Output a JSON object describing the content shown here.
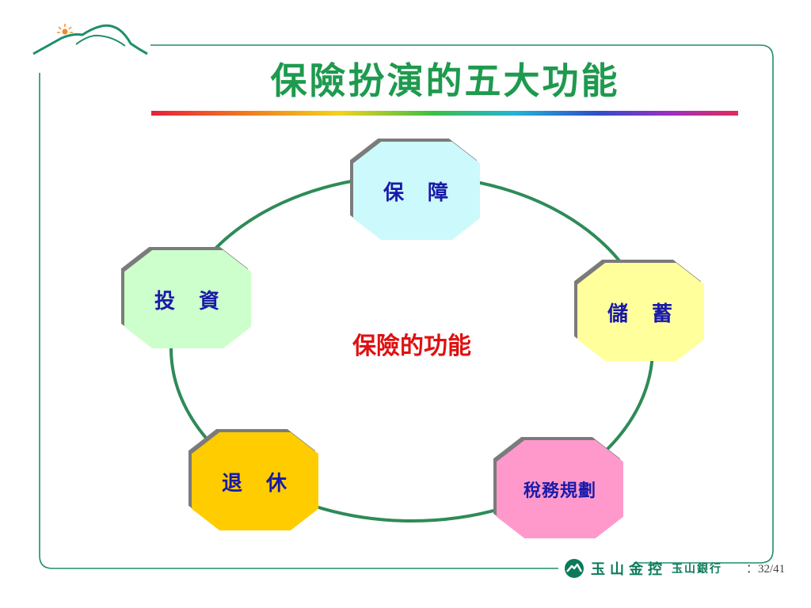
{
  "slide": {
    "title": "保險扮演的五大功能",
    "center_label": "保險的功能"
  },
  "nodes": [
    {
      "id": "protection",
      "label": "保　障",
      "color": "#ccf9fb"
    },
    {
      "id": "savings",
      "label": "儲　蓄",
      "color": "#ffff9c"
    },
    {
      "id": "tax",
      "label": "稅務規劃",
      "color": "#ff99cc"
    },
    {
      "id": "retirement",
      "label": "退　休",
      "color": "#ffcc00"
    },
    {
      "id": "investment",
      "label": "投　資",
      "color": "#ccffcc"
    }
  ],
  "footer": {
    "brand_holding": "玉山金控",
    "brand_bank": "玉山銀行",
    "page_prefix": "：",
    "page_number": "32/41"
  },
  "colors": {
    "frame": "#1e8e6a",
    "ring": "#2e8b57",
    "title": "#1e9a4e",
    "center_text": "#e01010",
    "node_text": "#1a1aa8"
  },
  "icons": {
    "corner": "mountain-sun-logo-icon",
    "footer": "esun-mountain-logo-icon"
  }
}
